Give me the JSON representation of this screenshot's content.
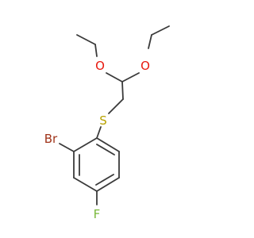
{
  "molecule": {
    "atoms": {
      "oxygen_left": {
        "symbol": "O",
        "color": "#e8190f"
      },
      "oxygen_right": {
        "symbol": "O",
        "color": "#e8190f"
      },
      "sulfur": {
        "symbol": "S",
        "color": "#b8a200"
      },
      "bromine": {
        "symbol": "Br",
        "color": "#a0341a"
      },
      "fluorine": {
        "symbol": "F",
        "color": "#79b83a"
      }
    },
    "bond_color": "#3a3a3a"
  }
}
